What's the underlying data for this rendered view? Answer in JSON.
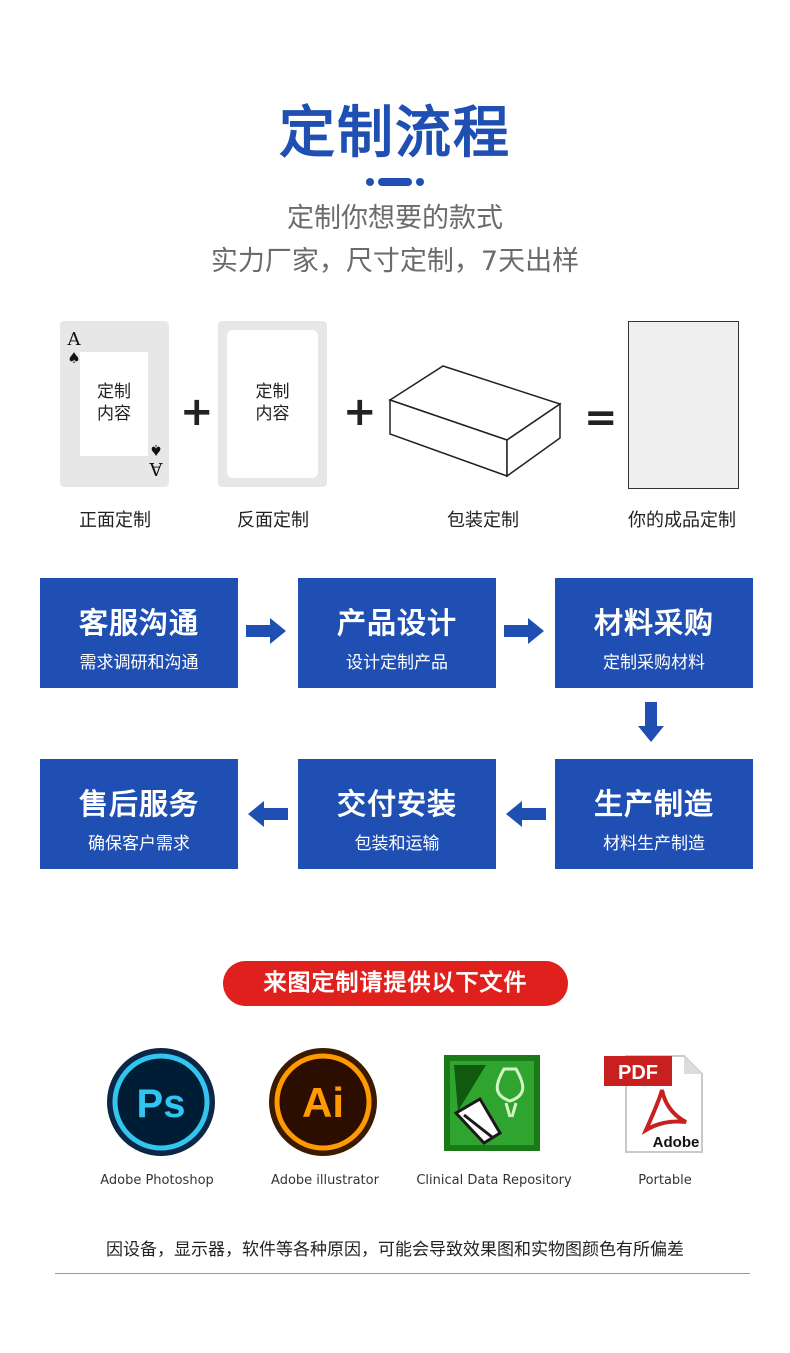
{
  "header": {
    "title": "定制流程",
    "subtitle_line1": "定制你想要的款式",
    "subtitle_line2": "实力厂家，尺寸定制，7天出样"
  },
  "formula": {
    "front": {
      "label": "正面定制",
      "content": "定制\n内容",
      "rank": "A",
      "suit": "♠"
    },
    "back": {
      "label": "反面定制",
      "content": "定制\n内容"
    },
    "box": {
      "label": "包装定制"
    },
    "result": {
      "label": "你的成品定制"
    },
    "plus": "+",
    "equals": "="
  },
  "process": {
    "steps": [
      {
        "title": "客服沟通",
        "desc": "需求调研和沟通"
      },
      {
        "title": "产品设计",
        "desc": "设计定制产品"
      },
      {
        "title": "材料采购",
        "desc": "定制采购材料"
      },
      {
        "title": "生产制造",
        "desc": "材料生产制造"
      },
      {
        "title": "交付安装",
        "desc": "包装和运输"
      },
      {
        "title": "售后服务",
        "desc": "确保客户需求"
      }
    ],
    "color": "#1f4fb2"
  },
  "files": {
    "banner": "来图定制请提供以下文件",
    "banner_color": "#e0201d",
    "apps": [
      {
        "name": "Adobe Photoshop",
        "icon": "photoshop-icon",
        "glyph": "Ps"
      },
      {
        "name": "Adobe illustrator",
        "icon": "illustrator-icon",
        "glyph": "Ai"
      },
      {
        "name": "Clinical Data Repository",
        "icon": "coreldraw-icon",
        "glyph": ""
      },
      {
        "name": "Portable",
        "icon": "pdf-icon",
        "glyph": "PDF",
        "brand": "Adobe"
      }
    ]
  },
  "footer": {
    "note": "因设备，显示器，软件等各种原因，可能会导致效果图和实物图颜色有所偏差"
  }
}
